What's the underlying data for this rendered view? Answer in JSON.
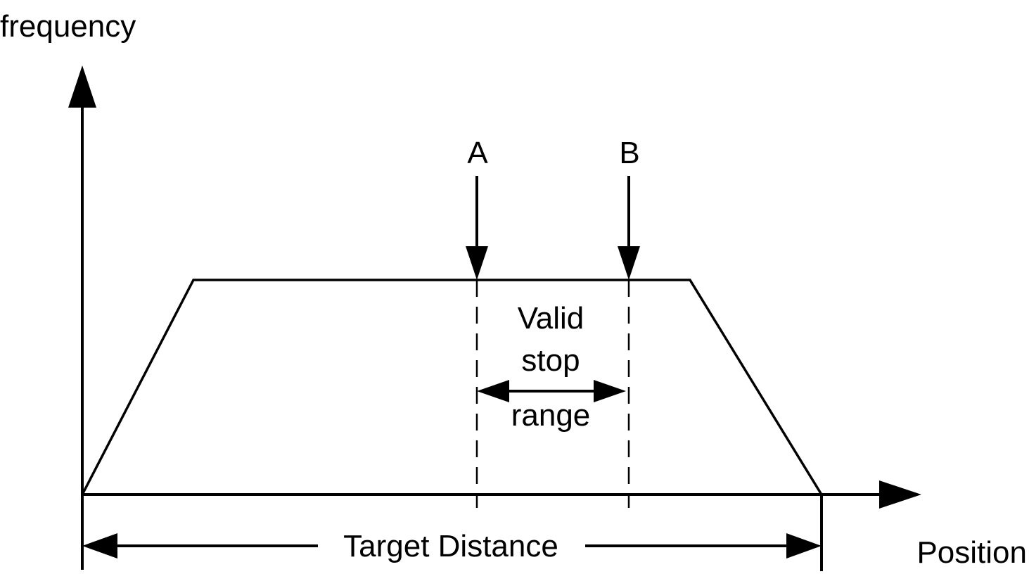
{
  "labels": {
    "y_axis": "frequency",
    "x_axis": "Position",
    "marker_a": "A",
    "marker_b": "B",
    "range_line1": "Valid",
    "range_line2": "stop",
    "range_line3": "range",
    "target_distance": "Target Distance"
  },
  "colors": {
    "ink": "#000000",
    "background": "#ffffff"
  }
}
